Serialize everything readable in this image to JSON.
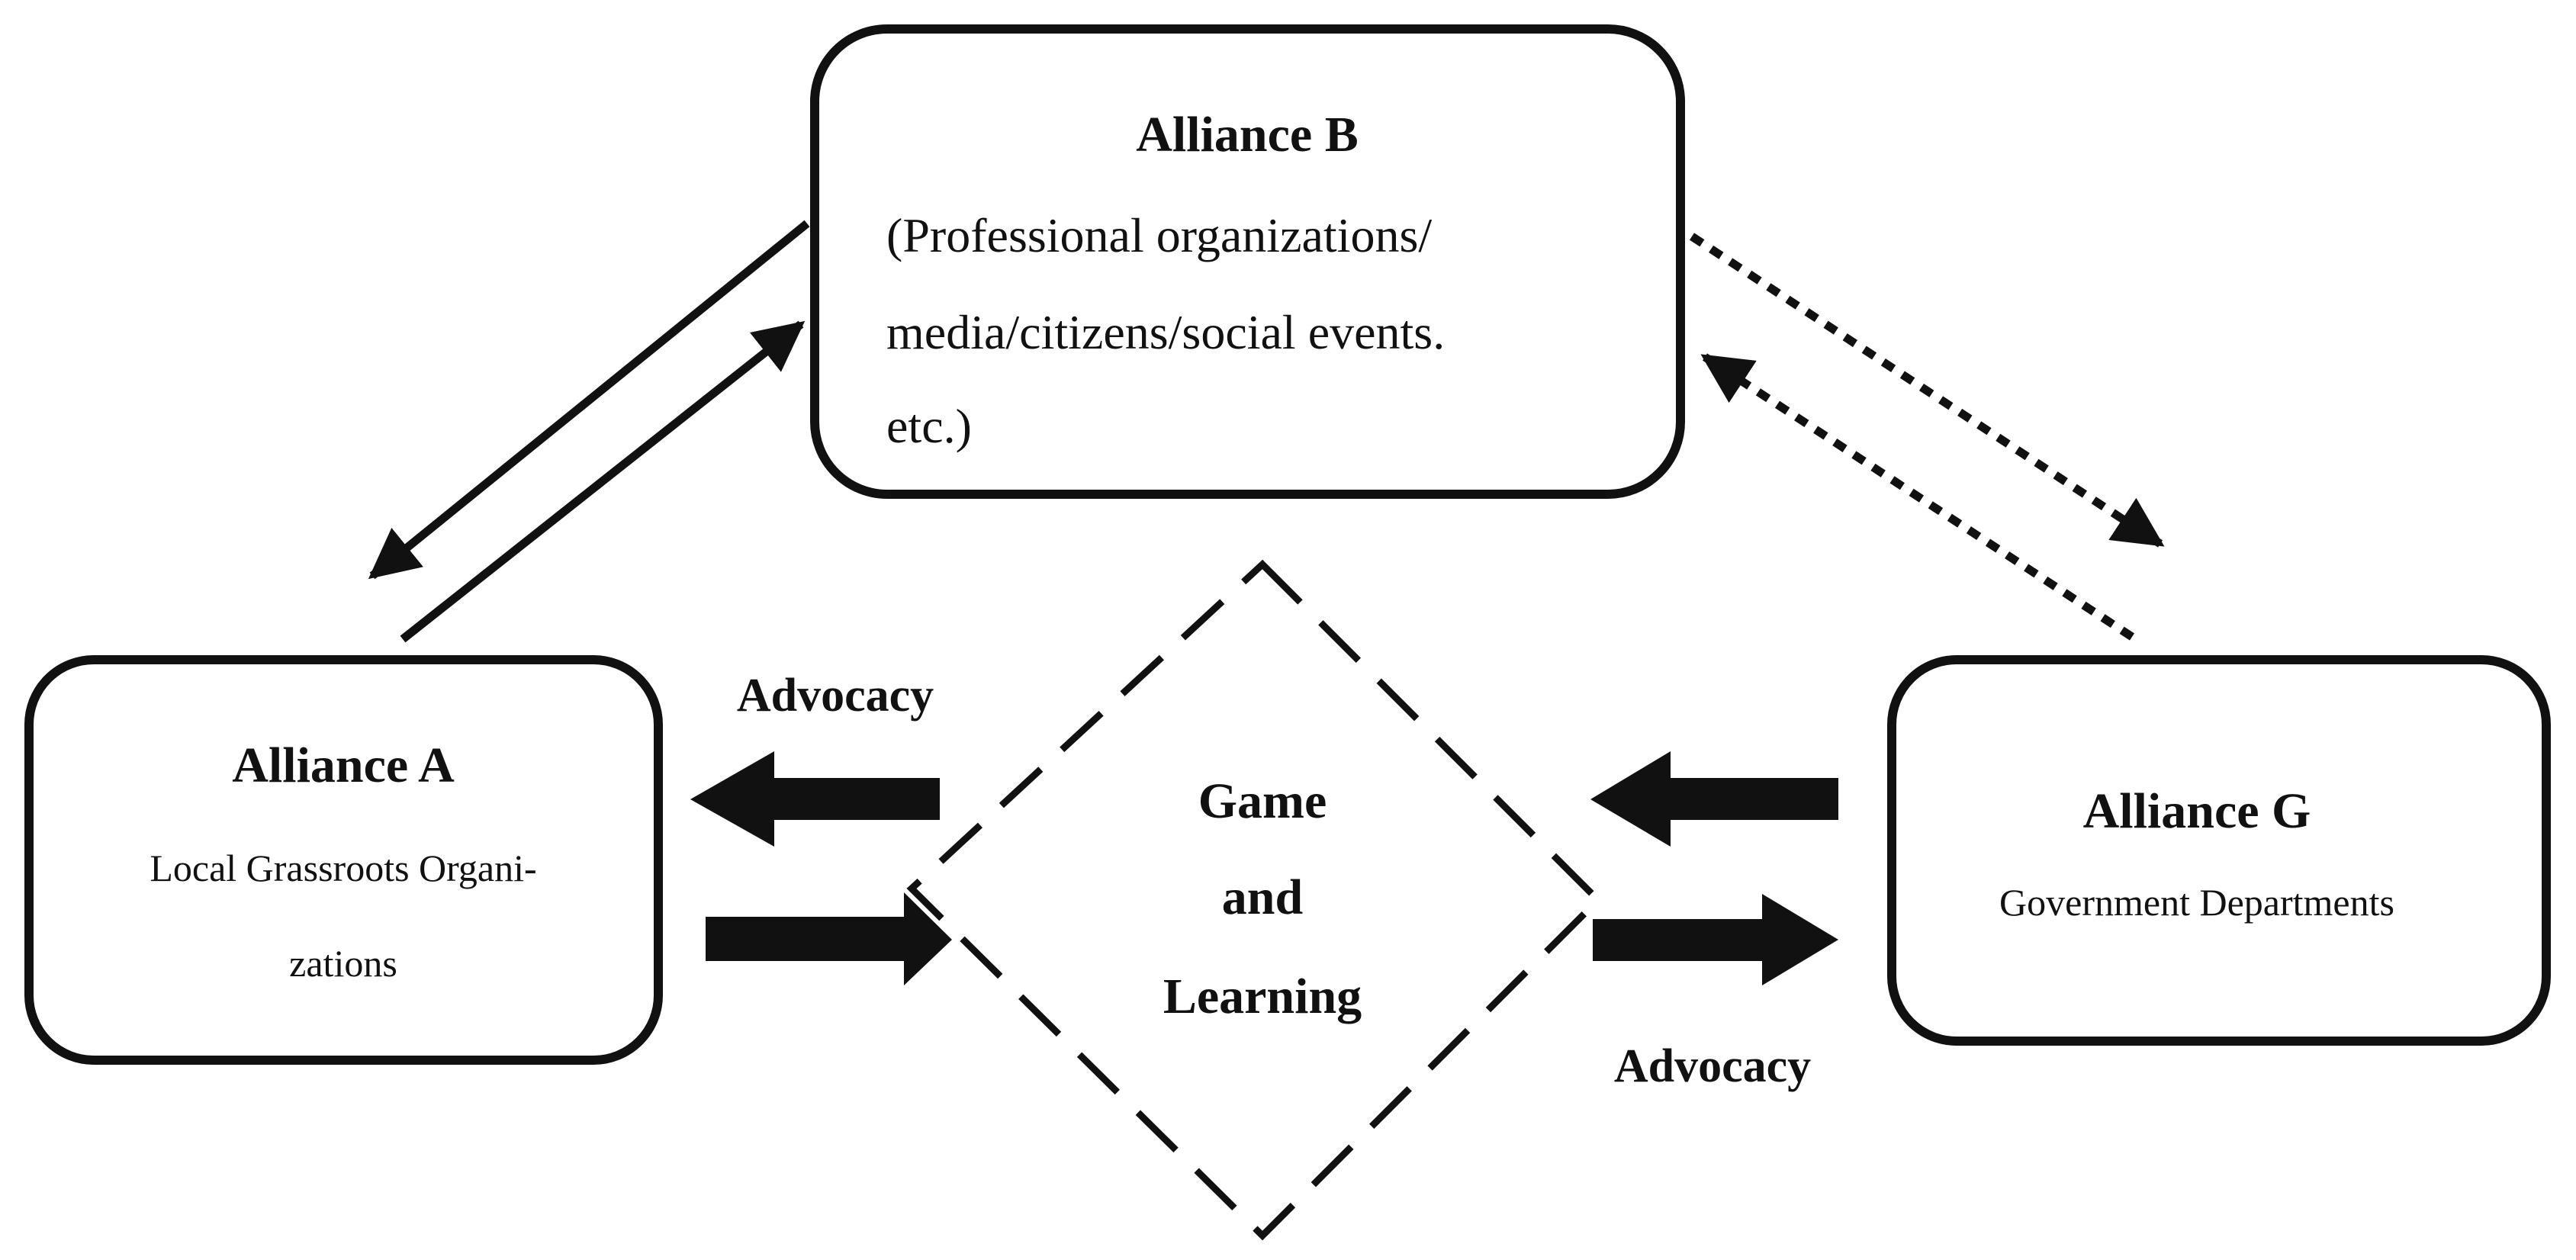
{
  "nodes": {
    "alliance_b": {
      "title": "Alliance B",
      "lines": [
        "(Professional organizations/",
        "media/citizens/social events.",
        "etc.)"
      ]
    },
    "alliance_a": {
      "title": "Alliance A",
      "lines": [
        "Local Grassroots Organi-",
        "zations"
      ]
    },
    "alliance_g": {
      "title": "Alliance G",
      "lines": [
        "Government Departments"
      ]
    },
    "center": {
      "lines": [
        "Game",
        "and",
        "Learning"
      ]
    }
  },
  "labels": {
    "advocacy_left": "Advocacy",
    "advocacy_right": "Advocacy"
  },
  "colors": {
    "stroke": "#111111",
    "background": "#ffffff"
  }
}
